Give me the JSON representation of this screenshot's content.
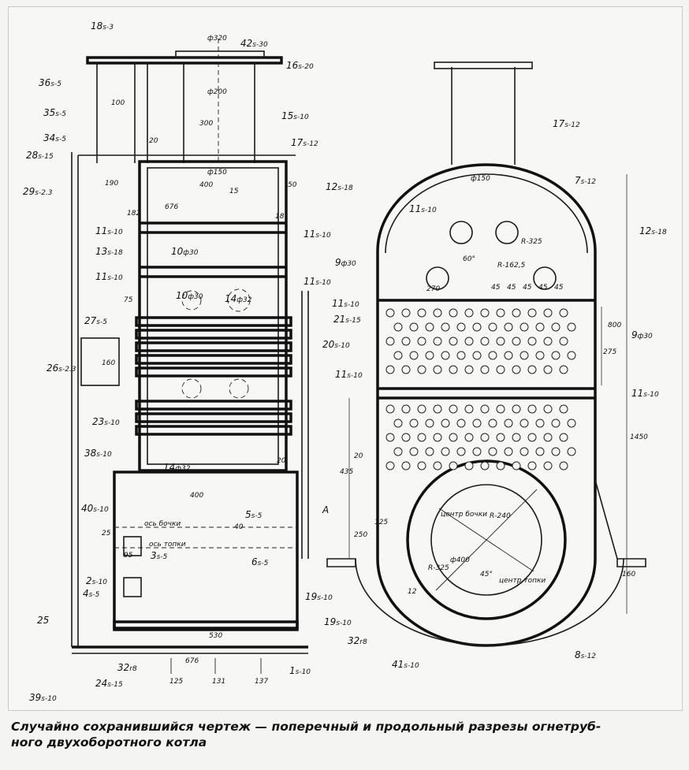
{
  "caption": {
    "line1": "Случайно сохранившийся чертеж — поперечный и продольный разрезы огнетруб-",
    "line2": "ного двухоборотного котла"
  },
  "left_view": {
    "labels": [
      {
        "num": "18",
        "sub": "s-3"
      },
      {
        "num": "42",
        "sub": "s-30"
      },
      {
        "num": "16",
        "sub": "s-20"
      },
      {
        "num": "36",
        "sub": "s-5"
      },
      {
        "num": "35",
        "sub": "s-5"
      },
      {
        "num": "34",
        "sub": "s-5"
      },
      {
        "num": "28",
        "sub": "s-15"
      },
      {
        "num": "29",
        "sub": "s-2.3"
      },
      {
        "num": "15",
        "sub": "s-10"
      },
      {
        "num": "17",
        "sub": "s-12"
      },
      {
        "num": "12",
        "sub": "s-18"
      },
      {
        "num": "11",
        "sub": "s-10"
      },
      {
        "num": "13",
        "sub": "s-18"
      },
      {
        "num": "10",
        "sub": "ф30"
      },
      {
        "num": "11",
        "sub": "s-10"
      },
      {
        "num": "11",
        "sub": "s-10"
      },
      {
        "num": "11",
        "sub": "s-10"
      },
      {
        "num": "10",
        "sub": "ф30"
      },
      {
        "num": "14",
        "sub": "ф32"
      },
      {
        "num": "27",
        "sub": "s-5"
      },
      {
        "num": "26",
        "sub": "s-2.3"
      },
      {
        "num": "21",
        "sub": "s-15"
      },
      {
        "num": "20",
        "sub": "s-10"
      },
      {
        "num": "23",
        "sub": "s-10"
      },
      {
        "num": "38",
        "sub": "s-10"
      },
      {
        "num": "14",
        "sub": "ф32"
      },
      {
        "num": "40",
        "sub": "s-10"
      },
      {
        "num": "5",
        "sub": "s-5"
      },
      {
        "num": "3",
        "sub": "s-5"
      },
      {
        "num": "6",
        "sub": "s-5"
      },
      {
        "num": "2",
        "sub": "s-10"
      },
      {
        "num": "4",
        "sub": "s-5"
      },
      {
        "num": "19",
        "sub": "s-10"
      },
      {
        "num": "25",
        "sub": ""
      },
      {
        "num": "32",
        "sub": "r8"
      },
      {
        "num": "1",
        "sub": "s-10"
      },
      {
        "num": "24",
        "sub": "s-15"
      },
      {
        "num": "39",
        "sub": "s-10"
      }
    ],
    "dims": [
      "ф320",
      "ф200",
      "300",
      "100",
      "20",
      "190",
      "ф150",
      "400",
      "15",
      "50",
      "676",
      "182",
      "18",
      "75",
      "160",
      "20",
      "400",
      "40",
      "25",
      "95",
      "530",
      "676",
      "125",
      "131",
      "137"
    ],
    "notes": [
      "ось бочки",
      "ось топки"
    ]
  },
  "right_view": {
    "labels": [
      {
        "num": "17",
        "sub": "s-12"
      },
      {
        "num": "7",
        "sub": "s-12"
      },
      {
        "num": "11",
        "sub": "s-10"
      },
      {
        "num": "12",
        "sub": "s-18"
      },
      {
        "num": "9",
        "sub": "ф30"
      },
      {
        "num": "11",
        "sub": "s-10"
      },
      {
        "num": "9",
        "sub": "ф30"
      },
      {
        "num": "11",
        "sub": "s-10"
      },
      {
        "num": "11",
        "sub": "s-10"
      },
      {
        "num": "19",
        "sub": "s-10"
      },
      {
        "num": "32",
        "sub": "r8"
      },
      {
        "num": "41",
        "sub": "s-10"
      },
      {
        "num": "8",
        "sub": "s-12"
      }
    ],
    "dims": [
      "ф150",
      "R-325",
      "R-162,5",
      "60°",
      "270",
      "45",
      "45",
      "45",
      "45",
      "45",
      "800",
      "275",
      "1450",
      "435",
      "20",
      "250",
      "125",
      "R-240",
      "R-325",
      "ф400",
      "45°",
      "160",
      "12"
    ],
    "notes": [
      "центр бочки",
      "центр топки",
      "A"
    ]
  }
}
